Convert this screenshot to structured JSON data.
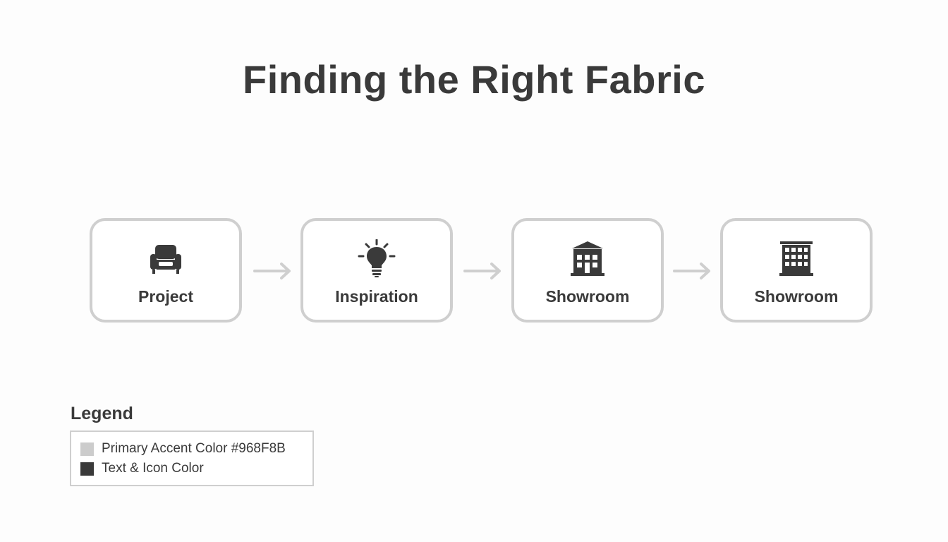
{
  "title": "Finding the Right Fabric",
  "colors": {
    "box_border": "#cfcfcf",
    "arrow": "#cfcfcf",
    "text_icon": "#3a3a3a",
    "accent_swatch": "#cccccc",
    "text_swatch": "#3a3a3a"
  },
  "steps": [
    {
      "label": "Project",
      "icon": "armchair-icon"
    },
    {
      "label": "Inspiration",
      "icon": "lightbulb-icon"
    },
    {
      "label": "Showroom",
      "icon": "building-icon"
    },
    {
      "label": "Showroom",
      "icon": "office-building-icon"
    }
  ],
  "arrows": [
    {
      "from": "Project",
      "to": "Inspiration"
    },
    {
      "from": "Inspiration",
      "to": "Showroom"
    },
    {
      "from": "Showroom",
      "to": "Showroom"
    }
  ],
  "legend": {
    "title": "Legend",
    "items": [
      {
        "label": "Primary Accent Color #968F8B"
      },
      {
        "label": "Text & Icon Color"
      }
    ]
  }
}
